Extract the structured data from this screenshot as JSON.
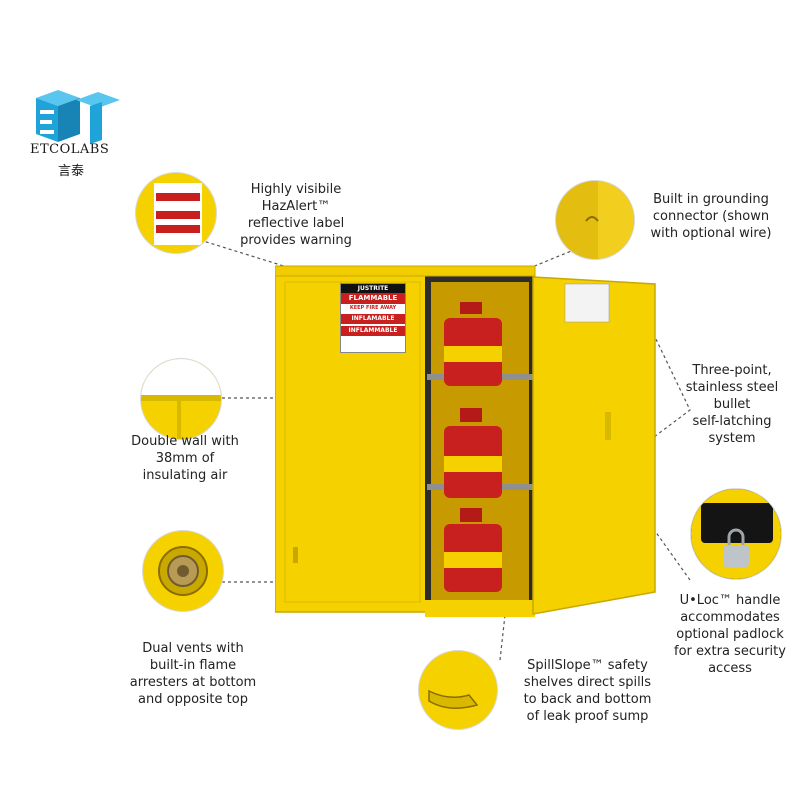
{
  "brand": {
    "name": "ETCOLABS",
    "subtitle": "言泰",
    "logo_letters": "ET",
    "accent": "#1fa3d9"
  },
  "cabinet": {
    "brand_label": "JUSTRITE",
    "warning_lines": [
      "FLAMMABLE",
      "KEEP FIRE AWAY",
      "INFLAMABLE",
      "INFLAMMABLE"
    ],
    "color": "#f5d100"
  },
  "callouts": [
    {
      "id": "hazalert",
      "lines": [
        "Highly visibile",
        "HazAlert™",
        "reflective label",
        "provides warning"
      ]
    },
    {
      "id": "grounding",
      "lines": [
        "Built in grounding",
        "connector (shown",
        "with optional wire)"
      ]
    },
    {
      "id": "double-wall",
      "lines": [
        "Double wall with",
        "38mm of",
        "insulating air"
      ]
    },
    {
      "id": "three-point",
      "lines": [
        "Three-point,",
        "stainless steel",
        "bullet",
        "self-latching",
        "system"
      ]
    },
    {
      "id": "vents",
      "lines": [
        "Dual vents with",
        "built-in flame",
        "arresters at bottom",
        "and opposite top"
      ]
    },
    {
      "id": "uloc",
      "lines": [
        "U•Loc™ handle",
        "accommodates",
        "optional padlock",
        "for extra security",
        "access"
      ]
    },
    {
      "id": "spillslope",
      "lines": [
        "SpillSlope™ safety",
        "shelves direct spills",
        "to back and bottom",
        "of leak proof sump"
      ]
    }
  ]
}
